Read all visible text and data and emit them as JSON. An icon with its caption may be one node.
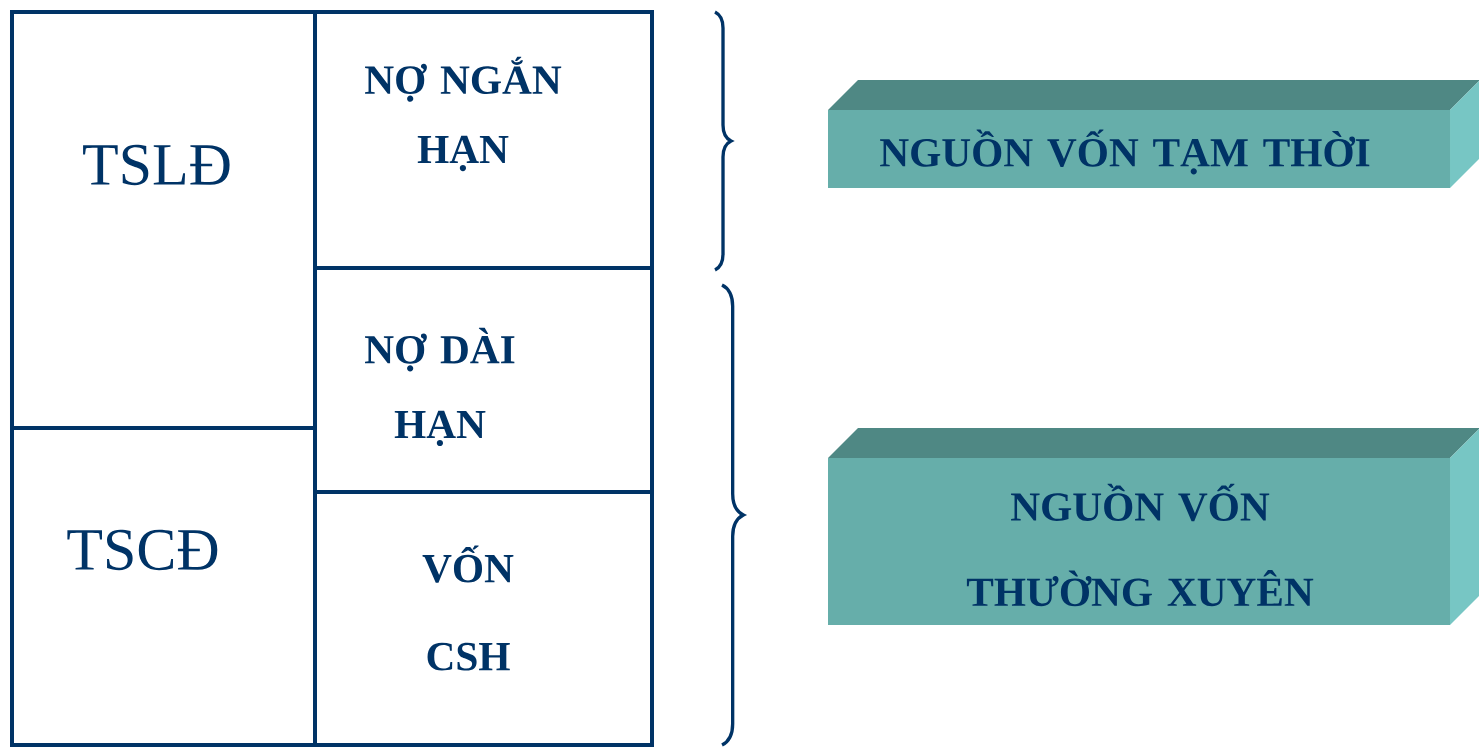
{
  "diagram": {
    "nodes": [
      {
        "text": [
          "TSLĐ"
        ]
      },
      {
        "text": [
          "TSCĐ"
        ]
      },
      {
        "text": [
          "NỢ NGẮN HẠN"
        ]
      },
      {
        "text": [
          "NỢ DÀI HẠN"
        ]
      },
      {
        "text": [
          "VỐN CSH"
        ]
      },
      {
        "text": [
          "NGUỒN VỐN TẠM THỜI"
        ]
      },
      {
        "text": [
          "NGUỒN VỐN THƯỜNG XUYÊN"
        ]
      }
    ]
  }
}
